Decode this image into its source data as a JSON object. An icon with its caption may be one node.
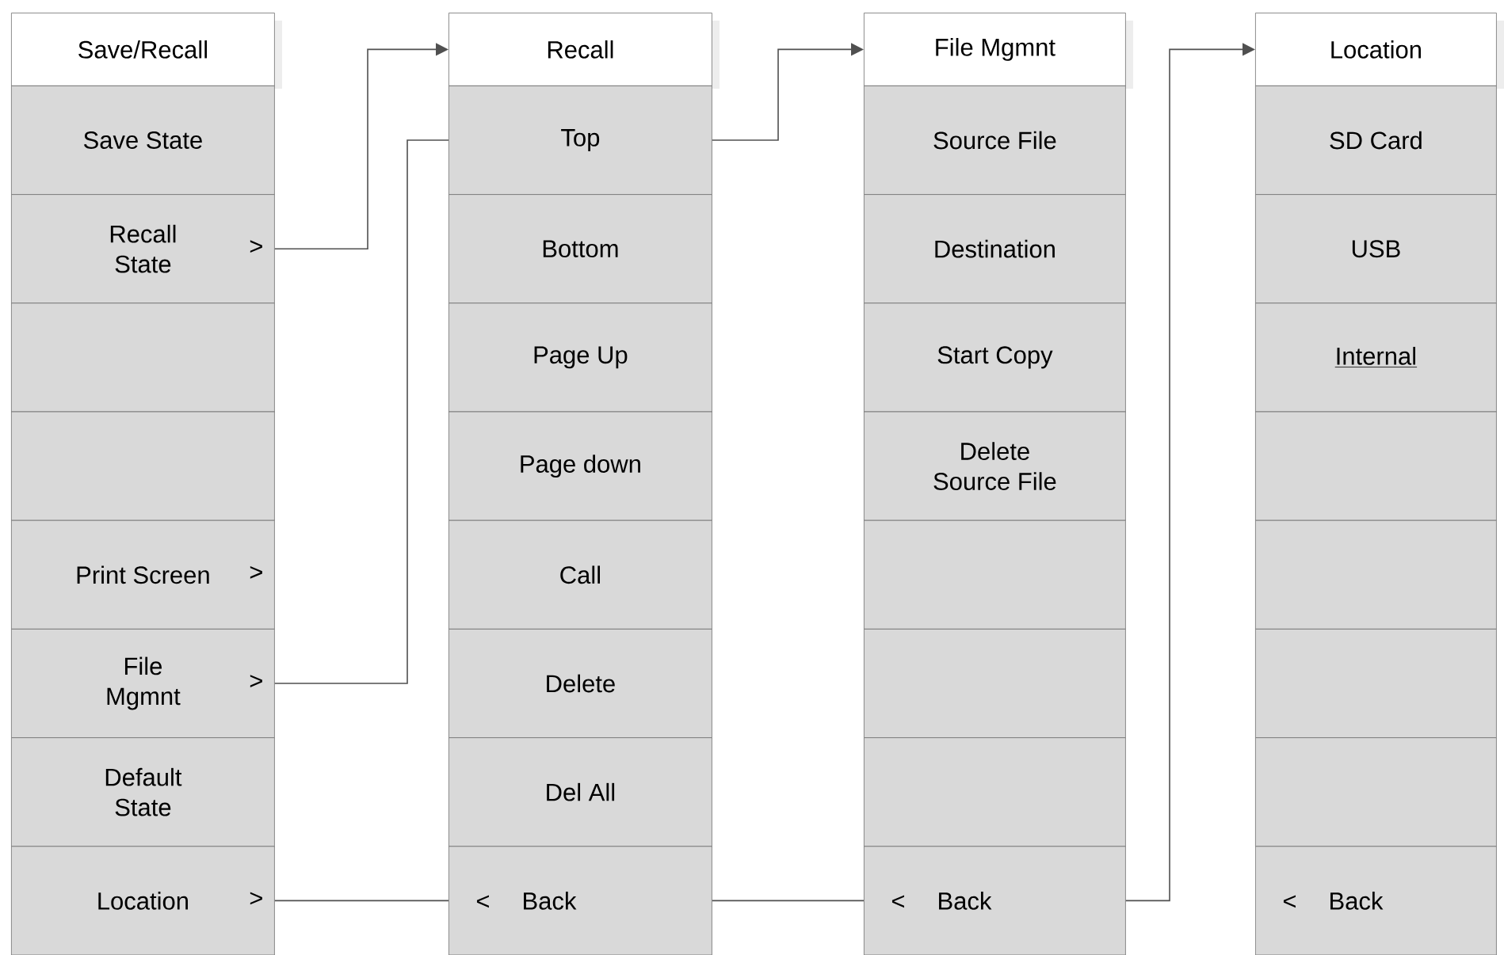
{
  "diagram": {
    "nodes": [
      {
        "text": [
          "Save/Recall"
        ]
      },
      {
        "text": [
          "Save State"
        ]
      },
      {
        "text": [
          "Recall State",
          ">"
        ]
      },
      {
        "text": [],
        "shape": "box"
      },
      {
        "text": [],
        "shape": "box"
      },
      {
        "text": [
          "Print Screen",
          ">"
        ]
      },
      {
        "text": [
          "File Mgmnt",
          ">"
        ]
      },
      {
        "text": [
          "Default State"
        ]
      },
      {
        "text": [
          "Location",
          ">"
        ]
      },
      {
        "text": [
          "Recall"
        ]
      },
      {
        "text": [
          "Top"
        ]
      },
      {
        "text": [
          "Bottom"
        ]
      },
      {
        "text": [
          "Page Up"
        ]
      },
      {
        "text": [
          "Page down"
        ]
      },
      {
        "text": [
          "Call"
        ]
      },
      {
        "text": [
          "Delete"
        ]
      },
      {
        "text": [
          "Del All"
        ]
      },
      {
        "text": [
          "<",
          "Back"
        ]
      },
      {
        "text": [
          "File Mgmnt"
        ]
      },
      {
        "text": [
          "Source File"
        ]
      },
      {
        "text": [
          "Destination"
        ]
      },
      {
        "text": [
          "Start Copy"
        ]
      },
      {
        "text": [
          "Delete Source File"
        ]
      },
      {
        "text": [],
        "shape": "box"
      },
      {
        "text": [],
        "shape": "box"
      },
      {
        "text": [],
        "shape": "box"
      },
      {
        "text": [
          "<",
          "Back"
        ]
      },
      {
        "text": [
          "Location"
        ]
      },
      {
        "text": [
          "SD Card"
        ]
      },
      {
        "text": [
          "USB"
        ]
      },
      {
        "text": [
          "Internal"
        ]
      },
      {
        "text": [],
        "shape": "box"
      },
      {
        "text": [],
        "shape": "box"
      },
      {
        "text": [],
        "shape": "box"
      },
      {
        "text": [],
        "shape": "box"
      },
      {
        "text": [
          "<",
          "Back"
        ]
      }
    ],
    "edges": [
      {
        "from": 2,
        "to": 9,
        "arrow": "to"
      },
      {
        "from": 6,
        "to": 10,
        "arrow": "none"
      },
      {
        "from": 10,
        "to": 18,
        "arrow": "to"
      },
      {
        "from": 8,
        "to": 17,
        "arrow": "none"
      },
      {
        "from": 17,
        "to": 26,
        "arrow": "none"
      },
      {
        "from": 26,
        "to": 27,
        "arrow": "to"
      }
    ]
  }
}
